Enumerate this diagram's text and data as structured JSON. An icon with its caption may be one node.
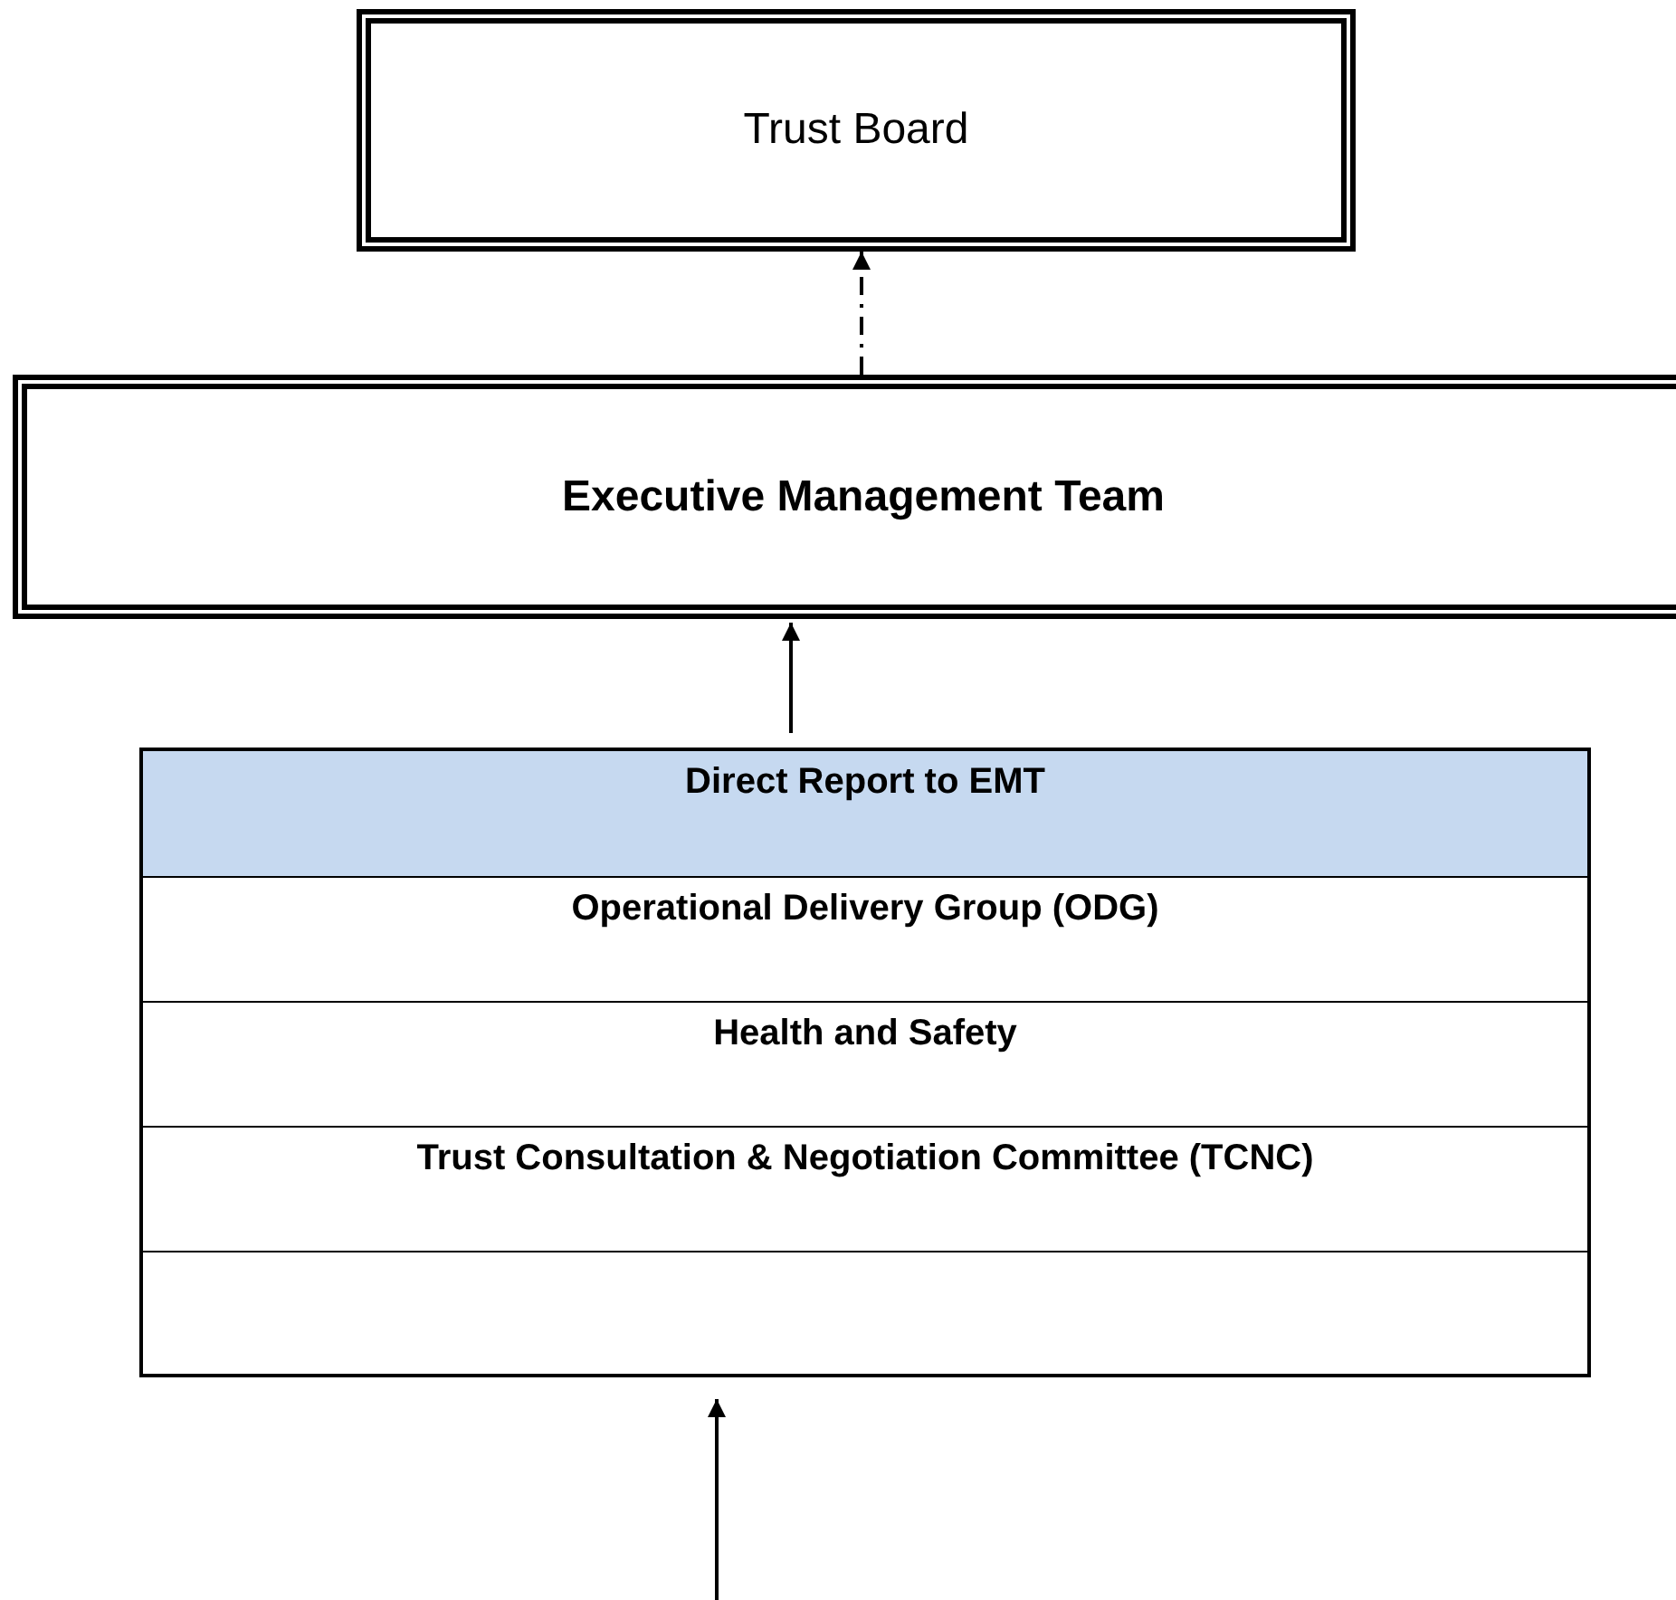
{
  "diagram": {
    "nodes": [
      {
        "text": [
          "Trust Board"
        ]
      },
      {
        "text": [
          "Executive Management Team"
        ]
      },
      {
        "text": [],
        "shape": "box"
      },
      {
        "text": [
          "Direct Report to EMT"
        ],
        "in": 2
      },
      {
        "text": [
          "Operational Delivery Group (ODG)"
        ],
        "in": 2
      },
      {
        "text": [
          "Health and Safety"
        ],
        "in": 2
      },
      {
        "text": [
          "Trust Consultation & Negotiation Committee (TCNC)"
        ],
        "in": 2
      },
      {
        "text": [],
        "shape": "box",
        "in": 2
      }
    ],
    "edges": [
      {
        "from": 1,
        "to": 0,
        "arrow": "to",
        "style": "dashed"
      },
      {
        "from": 2,
        "to": 1,
        "arrow": "to"
      },
      {
        "from": null,
        "to": 2,
        "arrow": "to"
      }
    ]
  }
}
